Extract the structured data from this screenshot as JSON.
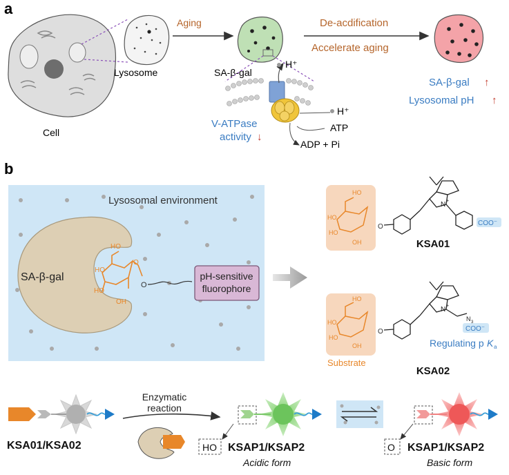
{
  "panel_a": {
    "label": "a",
    "cell": "Cell",
    "lysosome": "Lysosome",
    "aging": "Aging",
    "sa_b_gal": "SA-β-gal",
    "deacidification": "De-acdification",
    "accelerate_aging": "Accelerate aging",
    "h_plus": "H⁺",
    "atp": "ATP",
    "adp": "ADP + Pi",
    "v_atpase_line1": "V-ATPase",
    "v_atpase_line2": "activity",
    "down_arrow": "↓",
    "result_sa": "SA-β-gal",
    "result_ph": "Lysosomal pH",
    "up_arrow": "↑"
  },
  "panel_b": {
    "label": "b",
    "environment": "Lysosomal environment",
    "enzyme": "SA-β-gal",
    "fluorophore_line1": "pH-sensitive",
    "fluorophore_line2": "fluorophore",
    "ho": "HO",
    "oh": "OH",
    "o": "O",
    "coo": "COO⁻",
    "n_plus": "N",
    "plus": "+",
    "n3": "N",
    "n3_sub": "3",
    "ksa01": "KSA01",
    "ksa02": "KSA02",
    "substrate": "Substrate",
    "regulating_text": "Regulating p",
    "regulating_k": "K",
    "regulating_sub": "a",
    "enzymatic_line1": "Enzymatic",
    "enzymatic_line2": "reaction",
    "bottom_ksa": "KSA01/KSA02",
    "bottom_ksap_acid": "KSAP1/KSAP2",
    "bottom_ksap_basic": "KSAP1/KSAP2",
    "acidic_form": "Acidic form",
    "basic_form": "Basic form",
    "bottom_ho": "HO",
    "bottom_o": "O"
  },
  "colors": {
    "orange": "#e8872a",
    "blue_text": "#3a7cc2",
    "red_arrow": "#c0392b",
    "brown_text": "#b5652b",
    "env_blue": "#cfe6f6",
    "enzyme_tan": "#ddcfb4",
    "fluor_purple": "#d9b8d6",
    "green_lyso": "#bfe0b5",
    "pink_lyso": "#f4a3a8"
  },
  "icons": [
    "cell-icon",
    "lysosome-icon",
    "enzyme-icon",
    "star-fluorophore-icon",
    "equilibrium-arrows-icon"
  ]
}
